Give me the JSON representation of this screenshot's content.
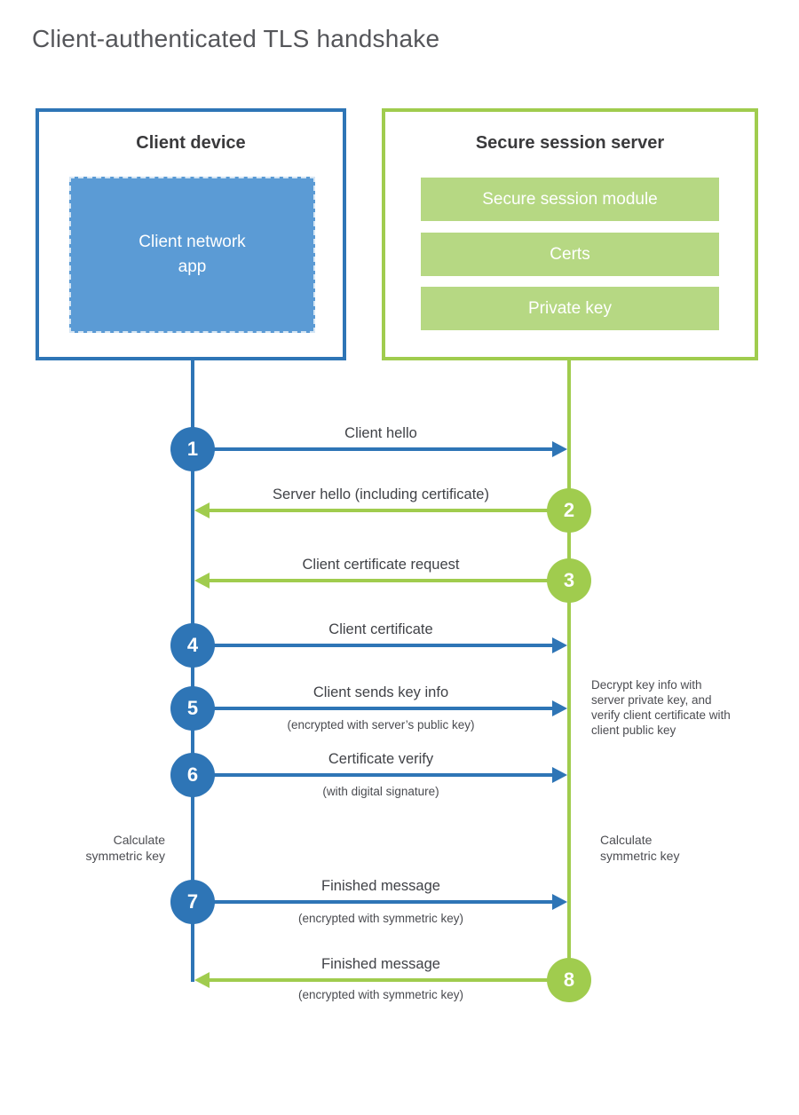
{
  "title": "Client-authenticated TLS handshake",
  "client_box": {
    "title": "Client device",
    "app_label": "Client network\napp"
  },
  "server_box": {
    "title": "Secure session server",
    "modules": [
      "Secure session module",
      "Certs",
      "Private key"
    ]
  },
  "steps": [
    {
      "num": "1",
      "label": "Client hello",
      "sub": "",
      "direction": "client-to-server"
    },
    {
      "num": "2",
      "label": "Server hello (including certificate)",
      "sub": "",
      "direction": "server-to-client"
    },
    {
      "num": "3",
      "label": "Client certificate request",
      "sub": "",
      "direction": "server-to-client"
    },
    {
      "num": "4",
      "label": "Client certificate",
      "sub": "",
      "direction": "client-to-server"
    },
    {
      "num": "5",
      "label": "Client sends key info",
      "sub": "(encrypted with server’s public key)",
      "direction": "client-to-server"
    },
    {
      "num": "6",
      "label": "Certificate verify",
      "sub": "(with digital signature)",
      "direction": "client-to-server"
    },
    {
      "num": "7",
      "label": "Finished message",
      "sub": "(encrypted with symmetric key)",
      "direction": "client-to-server"
    },
    {
      "num": "8",
      "label": "Finished message",
      "sub": "(encrypted with symmetric key)",
      "direction": "server-to-client"
    }
  ],
  "annotations": {
    "server_note": "Decrypt key info with server private key, and verify client certificate with client public key",
    "client_calculate": "Calculate\nsymmetric key",
    "server_calculate": "Calculate\nsymmetric key"
  },
  "colors": {
    "blue": "#2e75b6",
    "blue_fill": "#5b9bd5",
    "green": "#a0cc4e",
    "green_fill": "#b6d883"
  }
}
